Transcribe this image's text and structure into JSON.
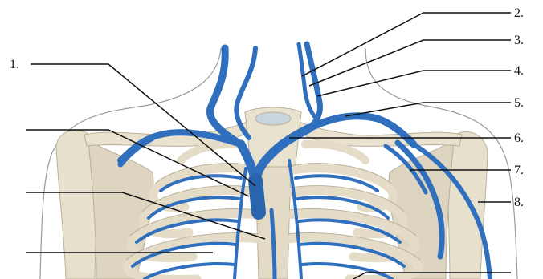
{
  "labels": {
    "l1": "1.",
    "r2": "2.",
    "r3": "3.",
    "r4": "4.",
    "r5": "5.",
    "r6": "6.",
    "r7": "7.",
    "r8": "8."
  },
  "colors": {
    "vein": "#2f6fbd",
    "vein_dark": "#1f4f96",
    "bone": "#e7e0cc",
    "bone_shade": "#c9bfa5",
    "outline": "#9a9a9a",
    "leader": "#111111"
  }
}
